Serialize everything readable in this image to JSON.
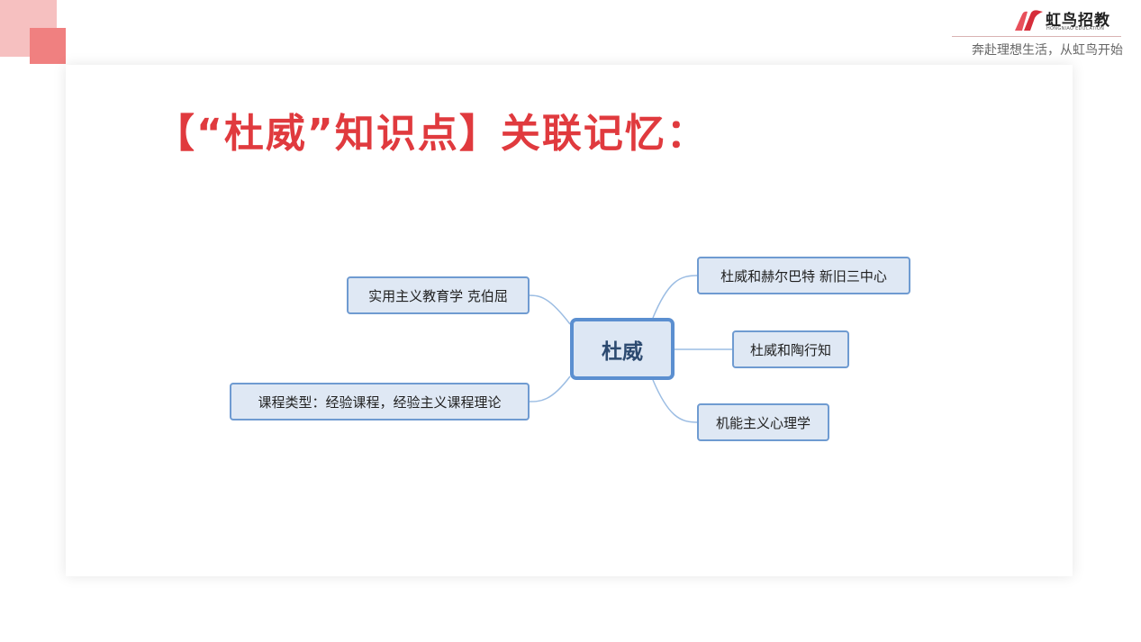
{
  "brand": {
    "name": "虹鸟招教",
    "sub": "HONGNIAO EDUCATION",
    "slogan": "奔赴理想生活，从虹鸟开始",
    "accent": "#e03a3e"
  },
  "slide": {
    "title": "【“杜威”知识点】关联记忆："
  },
  "mindmap": {
    "center": "杜威",
    "left": [
      "实用主义教育学 克伯屈",
      "课程类型：经验课程，经验主义课程理论"
    ],
    "right": [
      "杜威和赫尔巴特 新旧三中心",
      "杜威和陶行知",
      "机能主义心理学"
    ],
    "colors": {
      "border": "#6f9bd1",
      "fill": "#dfe8f4",
      "link": "#9cbde3"
    }
  }
}
